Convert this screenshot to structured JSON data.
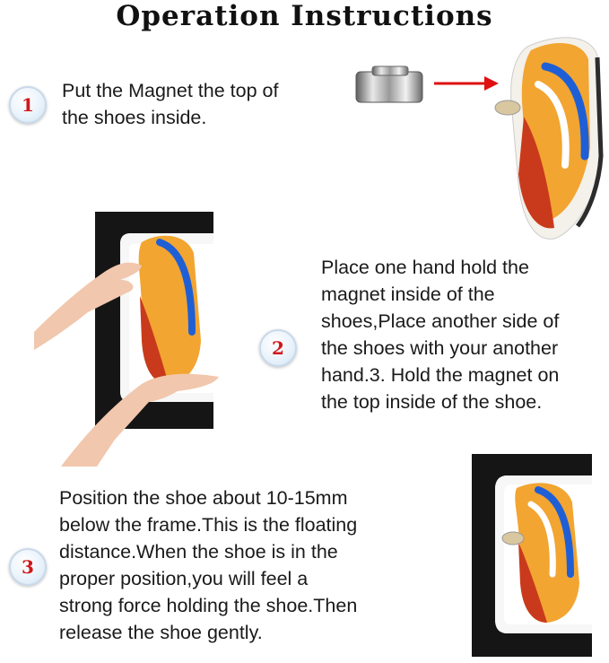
{
  "title": "Operation Instructions",
  "steps": [
    {
      "number": "1",
      "text": "Put the Magnet the top of\nthe shoes inside."
    },
    {
      "number": "2",
      "text": "Place one hand hold the\nmagnet inside of the\nshoes,Place another side of\nthe shoes with your another\nhand.3. Hold the magnet on\nthe top inside of the shoe."
    },
    {
      "number": "3",
      "text": "Position the shoe about 10-15mm\nbelow the frame.This is the floating\ndistance.When the shoe is in the\nproper position,you will feel a\nstrong force holding the shoe.Then\nrelease the shoe gently."
    }
  ],
  "colors": {
    "badge_number": "#d01818",
    "arrow": "#e01010",
    "frame": "#111111",
    "shoe_upper": "#f2a531",
    "shoe_sole": "#c93a1c",
    "shoe_swoosh": "#1f5fd6"
  },
  "icons": [
    "magnet-icon",
    "arrow-right-icon",
    "shoe-icon",
    "levitation-frame-icon",
    "hands-icon"
  ]
}
